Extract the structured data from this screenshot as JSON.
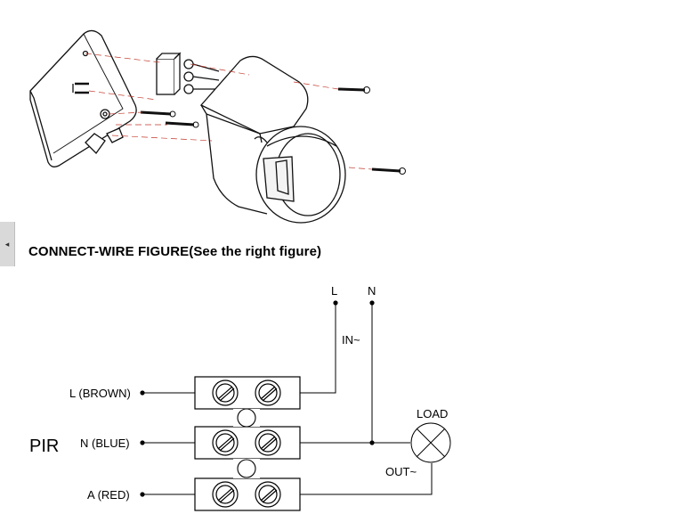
{
  "side_tab": {
    "icon": "caret-left-icon",
    "glyph": "◂"
  },
  "heading": "CONNECT-WIRE FIGURE(See the right figure)",
  "wiring": {
    "line_label": "L",
    "neutral_label": "N",
    "input_label": "IN~",
    "output_label": "OUT~",
    "load_label": "LOAD",
    "sensor_label": "PIR",
    "terminals": [
      {
        "label": "L (BROWN)"
      },
      {
        "label": "N (BLUE)"
      },
      {
        "label": "A (RED)"
      }
    ]
  }
}
